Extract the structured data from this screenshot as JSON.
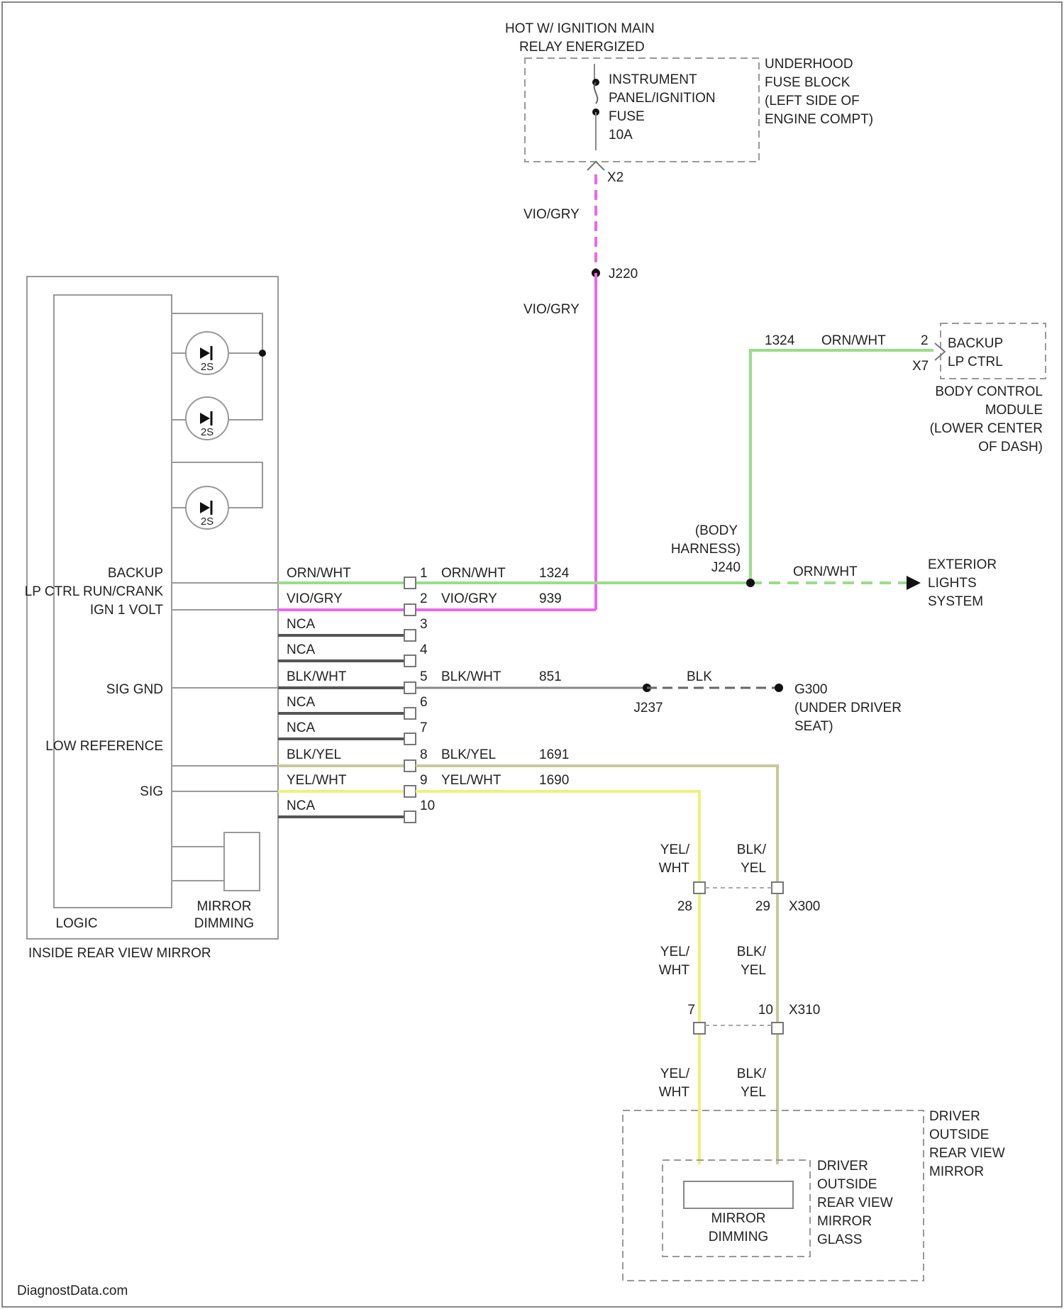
{
  "colors": {
    "violet_gray": "#ee66ee",
    "orange_white": "#99dd88",
    "black_yellow": "#c8c89a",
    "yellow_white": "#f0f07a",
    "black_wire": "#555555",
    "line": "#888888"
  },
  "source": {
    "hot_label_1": "HOT W/ IGNITION MAIN",
    "hot_label_2": "RELAY ENERGIZED",
    "fuse_1": "INSTRUMENT",
    "fuse_2": "PANEL/IGNITION",
    "fuse_3": "FUSE",
    "fuse_4": "10A",
    "fuse_block_1": "UNDERHOOD",
    "fuse_block_2": "FUSE BLOCK",
    "fuse_block_3": "(LEFT SIDE OF",
    "fuse_block_4": "ENGINE COMPT)",
    "connector": "X2",
    "wire_color_a": "VIO/GRY",
    "splice": "J220",
    "wire_color_b": "VIO/GRY"
  },
  "bcm": {
    "circuit": "1324",
    "wire": "ORN/WHT",
    "pin": "2",
    "connector": "X7",
    "func_1": "BACKUP",
    "func_2": "LP CTRL",
    "name_1": "BODY CONTROL",
    "name_2": "MODULE",
    "name_3": "(LOWER CENTER",
    "name_4": "OF DASH)"
  },
  "harness": {
    "label_1": "(BODY",
    "label_2": "HARNESS)",
    "label_3": "J240",
    "wire": "ORN/WHT",
    "dest_1": "EXTERIOR",
    "dest_2": "LIGHTS",
    "dest_3": "SYSTEM"
  },
  "mirror": {
    "inputs": {
      "backup": "BACKUP",
      "lp_ctrl": "LP CTRL RUN/CRANK",
      "ign": "IGN 1 VOLT",
      "gnd": "SIG GND",
      "low_ref": "LOW REFERENCE",
      "sig": "SIG"
    },
    "led_label": "2S",
    "logic": "LOGIC",
    "dim_1": "MIRROR",
    "dim_2": "DIMMING",
    "name": "INSIDE REAR VIEW MIRROR"
  },
  "pins": [
    {
      "left": "ORN/WHT",
      "num": "1",
      "right": "ORN/WHT",
      "circuit": "1324"
    },
    {
      "left": "VIO/GRY",
      "num": "2",
      "right": "VIO/GRY",
      "circuit": "939"
    },
    {
      "left": "NCA",
      "num": "3",
      "right": "",
      "circuit": ""
    },
    {
      "left": "NCA",
      "num": "4",
      "right": "",
      "circuit": ""
    },
    {
      "left": "BLK/WHT",
      "num": "5",
      "right": "BLK/WHT",
      "circuit": "851"
    },
    {
      "left": "NCA",
      "num": "6",
      "right": "",
      "circuit": ""
    },
    {
      "left": "NCA",
      "num": "7",
      "right": "",
      "circuit": ""
    },
    {
      "left": "BLK/YEL",
      "num": "8",
      "right": "BLK/YEL",
      "circuit": "1691"
    },
    {
      "left": "YEL/WHT",
      "num": "9",
      "right": "YEL/WHT",
      "circuit": "1690"
    },
    {
      "left": "NCA",
      "num": "10",
      "right": "",
      "circuit": ""
    }
  ],
  "ground": {
    "splice": "J237",
    "wire": "BLK",
    "point": "G300",
    "loc_1": "(UNDER DRIVER",
    "loc_2": "SEAT)"
  },
  "connectors": {
    "c1": {
      "yel_1": "YEL/",
      "yel_2": "WHT",
      "blk_1": "BLK/",
      "blk_2": "YEL",
      "pin_a": "28",
      "pin_b": "29",
      "name": "X300"
    },
    "c2": {
      "yel_1": "YEL/",
      "yel_2": "WHT",
      "blk_1": "BLK/",
      "blk_2": "YEL",
      "pin_a": "7",
      "pin_b": "10",
      "name": "X310"
    },
    "c3": {
      "yel_1": "YEL/",
      "yel_2": "WHT",
      "blk_1": "BLK/",
      "blk_2": "YEL"
    }
  },
  "outside_mirror": {
    "name_1": "DRIVER",
    "name_2": "OUTSIDE",
    "name_3": "REAR VIEW",
    "name_4": "MIRROR",
    "glass_1": "DRIVER",
    "glass_2": "OUTSIDE",
    "glass_3": "REAR VIEW",
    "glass_4": "MIRROR",
    "glass_5": "GLASS",
    "dim_1": "MIRROR",
    "dim_2": "DIMMING"
  },
  "watermark": "DiagnostData.com"
}
